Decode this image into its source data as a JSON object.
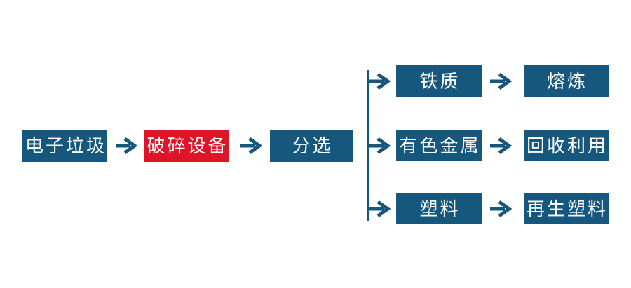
{
  "flowchart": {
    "description": "e-waste recycling process flow diagram",
    "palette": {
      "box_blue": "#15577d",
      "box_red": "#de1428",
      "arrow": "#15577d",
      "text": "#ffffff",
      "background": "#ffffff"
    },
    "main_flow": [
      {
        "label": "电子垃圾",
        "variant": "blue"
      },
      {
        "label": "破碎设备",
        "variant": "red"
      },
      {
        "label": "分选",
        "variant": "blue"
      }
    ],
    "branches": [
      {
        "material": "铁质",
        "process": "熔炼"
      },
      {
        "material": "有色金属",
        "process": "回收利用"
      },
      {
        "material": "塑料",
        "process": "再生塑料"
      }
    ]
  }
}
